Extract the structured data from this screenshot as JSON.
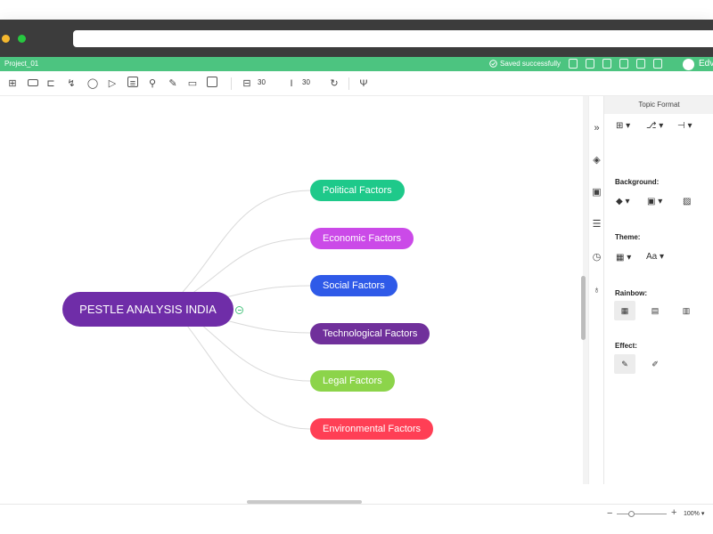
{
  "window": {
    "project_name": "Project_01",
    "save_status": "Saved successfully",
    "user_name": "Edv"
  },
  "toolbar": {
    "spacing_h": "30",
    "spacing_v": "30"
  },
  "mindmap": {
    "central": {
      "label": "PESTLE ANALYSIS INDIA",
      "color": "#6f2da8"
    },
    "branches": [
      {
        "label": "Political Factors",
        "color": "#1ec98a"
      },
      {
        "label": "Economic Factors",
        "color": "#cb4ae8"
      },
      {
        "label": "Social Factors",
        "color": "#2f5ae8"
      },
      {
        "label": "Technological Factors",
        "color": "#70309b"
      },
      {
        "label": "Legal Factors",
        "color": "#8cd44a"
      },
      {
        "label": "Environmental Factors",
        "color": "#ff3f55"
      }
    ]
  },
  "panel": {
    "title": "Topic Format",
    "background_label": "Background:",
    "theme_label": "Theme:",
    "theme_font": "Aa",
    "rainbow_label": "Rainbow:",
    "effect_label": "Effect:"
  },
  "status": {
    "zoom": "100%"
  },
  "accent": "#4cc480"
}
